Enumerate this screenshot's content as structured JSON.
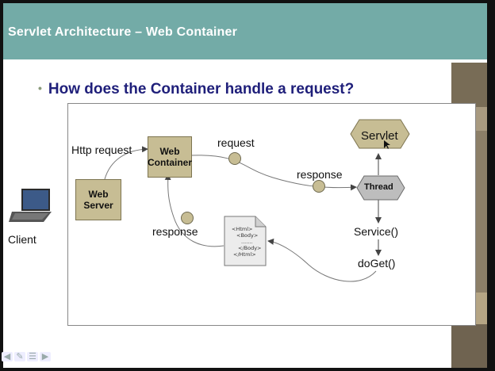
{
  "slide": {
    "title": "Servlet Architecture – Web Container",
    "bullet": "How does the Container handle a request?"
  },
  "diagram": {
    "client_label": "Client",
    "http_request_label": "Http request",
    "web_server": "Web\nServer",
    "web_container": "Web\nContainer",
    "request_label": "request",
    "response_label_top": "response",
    "response_label_bottom": "response",
    "servlet": "Servlet",
    "thread": "Thread",
    "service": "Service()",
    "doget": "doGet()",
    "html_doc_lines": [
      "<Html>",
      "<Body>",
      ".......",
      "</Body>",
      "</Html>"
    ]
  },
  "colors": {
    "title_bar": "#73aba7",
    "box_fill": "#c7bd94",
    "bullet_text": "#1f1f7a"
  },
  "icons": [
    "laptop-icon",
    "server-tower-icon",
    "document-icon",
    "cursor-icon"
  ],
  "nav": [
    "back-arrow-icon",
    "pen-icon",
    "menu-icon",
    "forward-arrow-icon"
  ]
}
